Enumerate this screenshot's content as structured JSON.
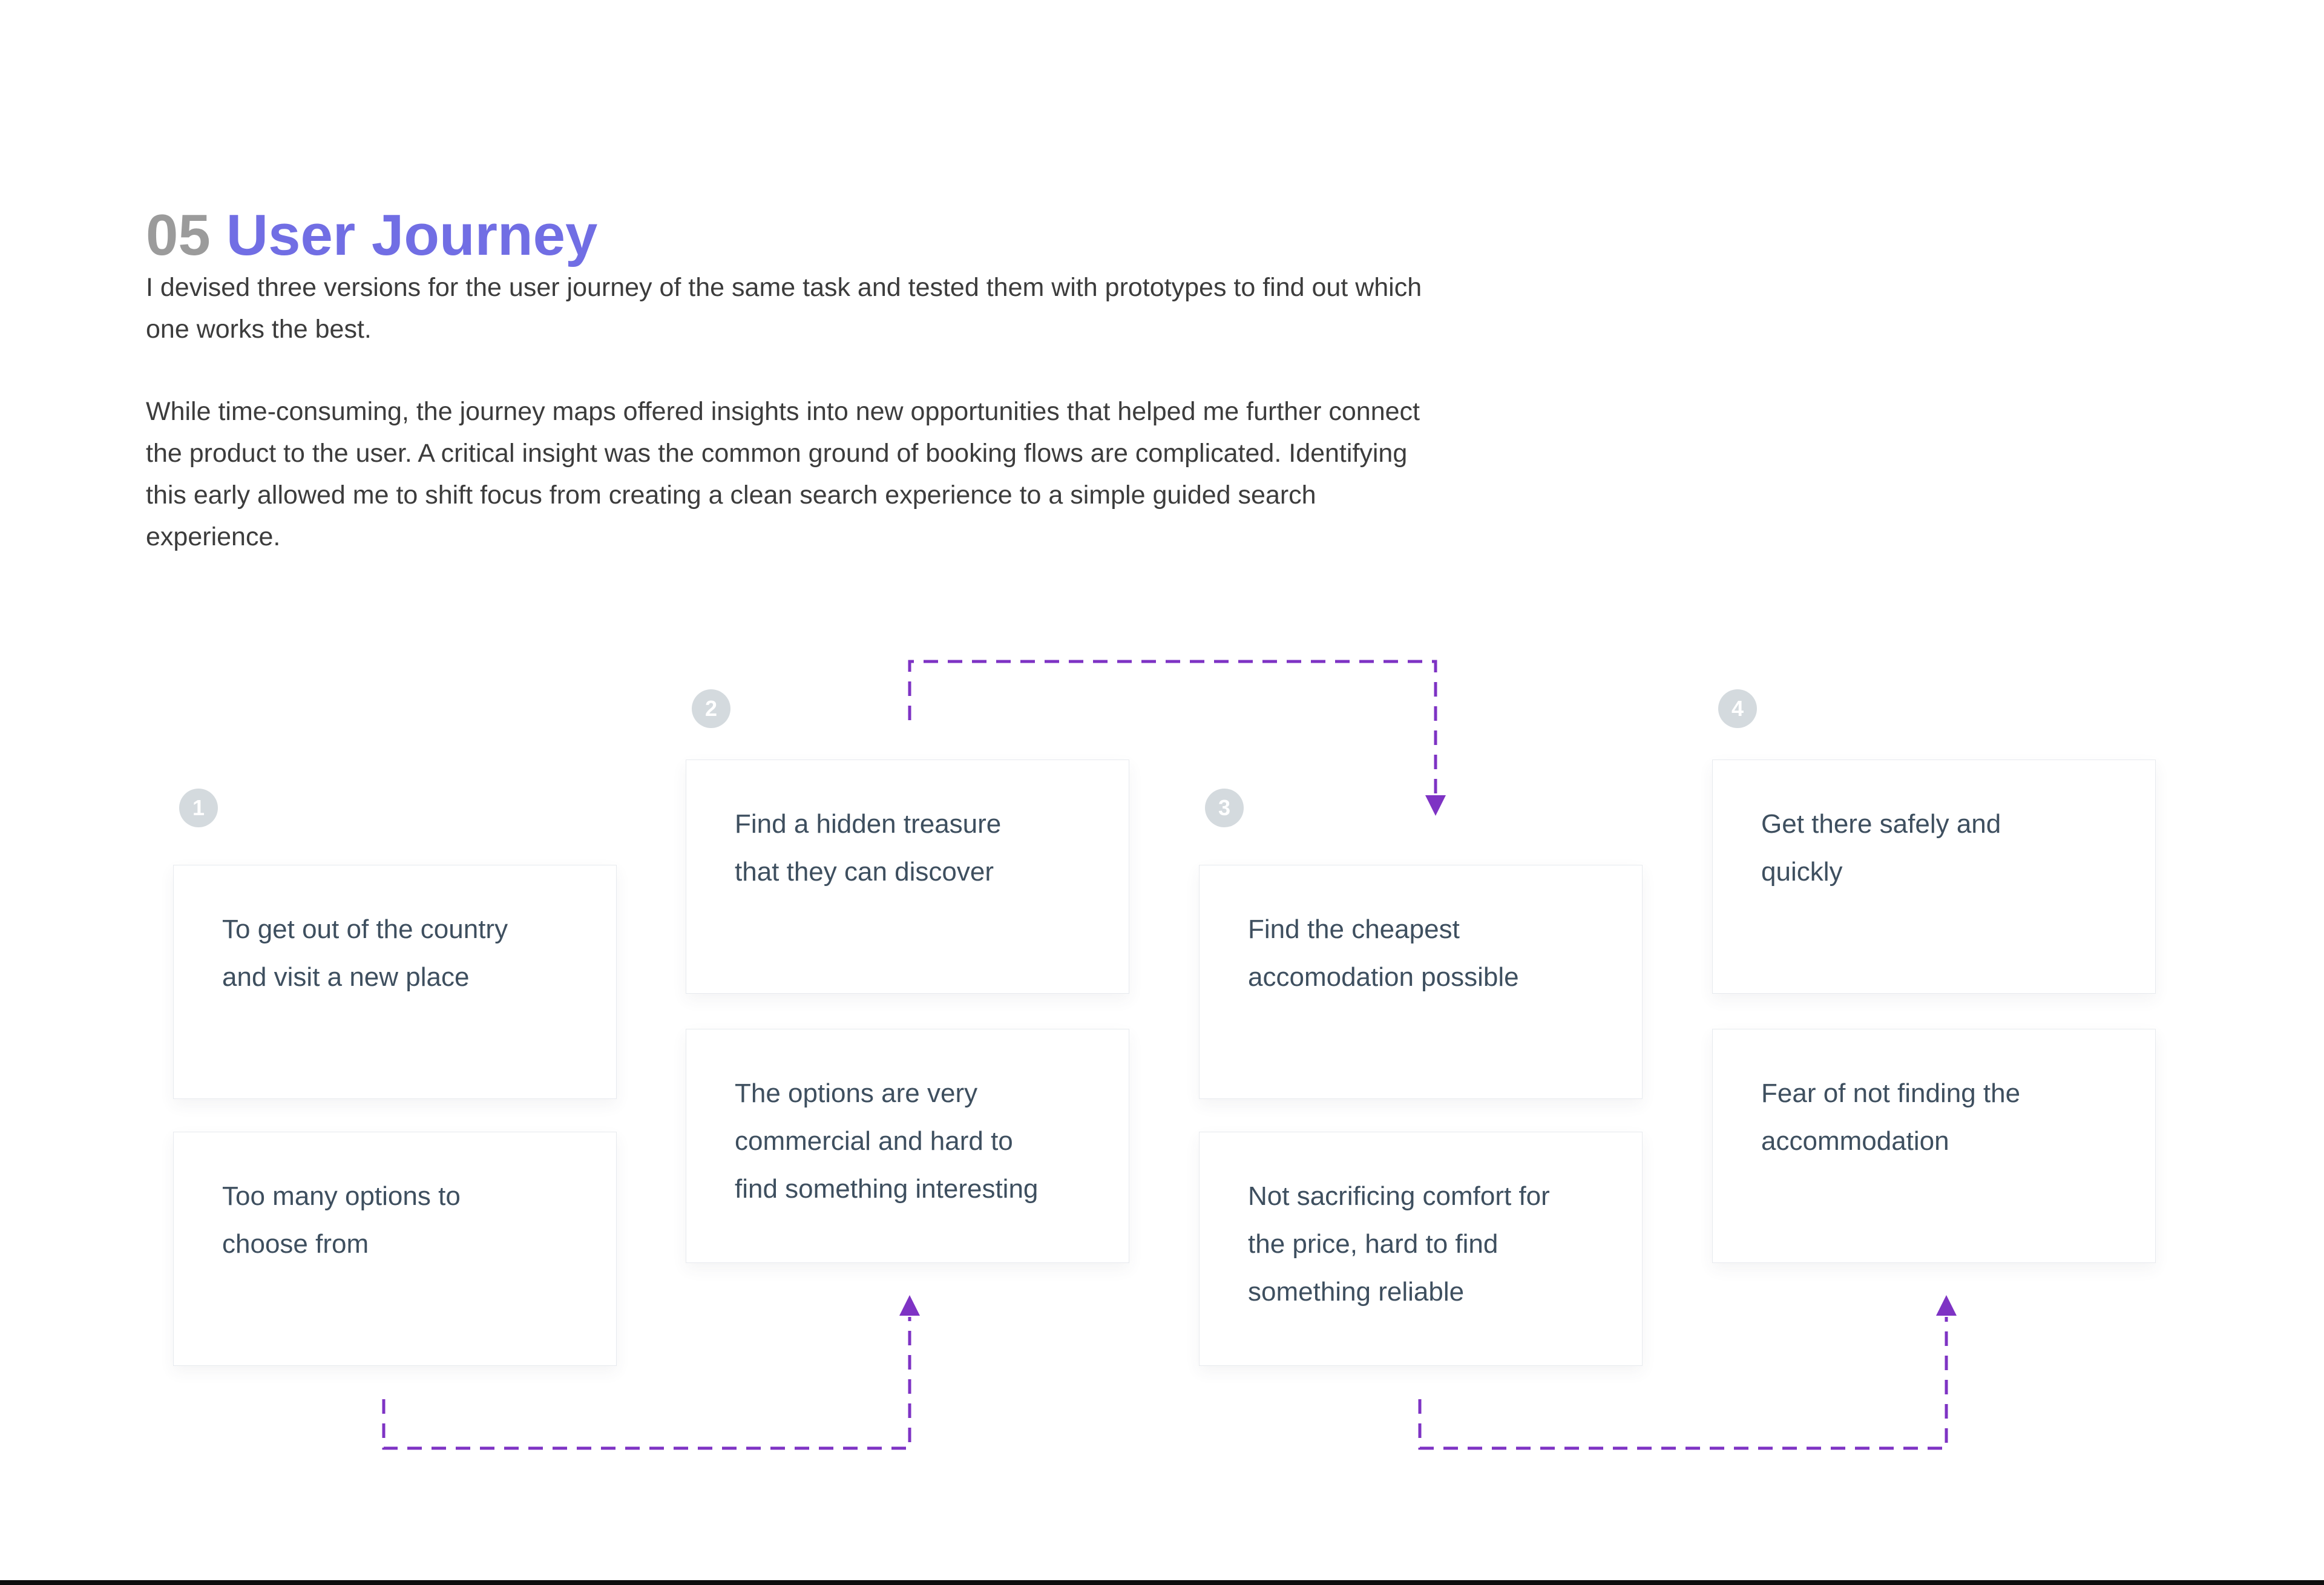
{
  "page": {
    "section_number": "05",
    "section_title": "User Journey",
    "paragraphs": [
      "I devised three versions for the user journey of the same task and tested them with prototypes to find out which one works the best.",
      "While time-consuming, the journey maps offered insights into new opportunities that helped me further connect the product to the user. A critical insight was the common ground of booking flows are complicated. Identifying this early allowed me to shift focus from creating a clean search experience to a simple guided search experience."
    ]
  },
  "journey": {
    "steps": [
      {
        "number": "1",
        "goal": "To get out of the country\nand visit a new place",
        "pain": "Too many options to\nchoose from"
      },
      {
        "number": "2",
        "goal": "Find a hidden treasure\nthat they can discover",
        "pain": "The options are very\ncommercial and hard to\nfind something interesting"
      },
      {
        "number": "3",
        "goal": "Find the cheapest\naccomodation possible",
        "pain": "Not sacrificing comfort for\nthe price, hard to find\nsomething reliable"
      },
      {
        "number": "4",
        "goal": "Get there safely and\nquickly",
        "pain": "Fear of not finding the\naccommodation"
      }
    ],
    "connectors": [
      {
        "from": "step-2-goal",
        "to": "step-3-goal",
        "arrow": "down"
      },
      {
        "from": "step-1-pain",
        "to": "step-2-pain",
        "arrow": "up"
      },
      {
        "from": "step-3-pain",
        "to": "step-4-pain",
        "arrow": "up"
      }
    ]
  },
  "colors": {
    "section_number_gray": "#9B9B9B",
    "section_title_purple": "#716EE4",
    "arrow_purple": "#7E33C4",
    "card_text": "#3E4F5F",
    "badge_background": "#D4DADE",
    "body_text": "#3C3C3C"
  }
}
